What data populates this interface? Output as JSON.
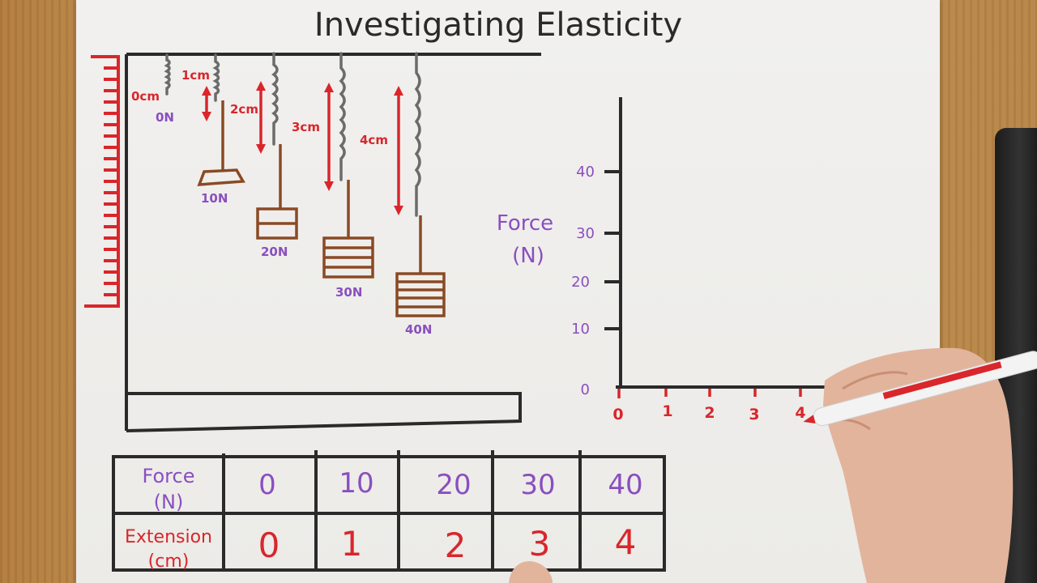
{
  "title": "Investigating Elasticity",
  "setup": {
    "extension_labels": [
      "0cm",
      "1cm",
      "2cm",
      "3cm",
      "4cm"
    ],
    "weight_labels": [
      "0N",
      "10N",
      "20N",
      "30N",
      "40N"
    ]
  },
  "graph": {
    "ylabel_line1": "Force",
    "ylabel_line2": "(N)",
    "y_ticks": [
      "0",
      "10",
      "20",
      "30",
      "40"
    ],
    "x_ticks": [
      "0",
      "1",
      "2",
      "3",
      "4"
    ]
  },
  "table": {
    "row_force": {
      "label_line1": "Force",
      "label_line2": "(N)",
      "values": [
        "0",
        "10",
        "20",
        "30",
        "40"
      ]
    },
    "row_extension": {
      "label_line1": "Extension",
      "label_line2": "(cm)",
      "values": [
        "0",
        "1",
        "2",
        "3",
        "4"
      ]
    }
  },
  "colors": {
    "red": "#d9262b",
    "purple": "#8a4fbf",
    "brown": "#8a4a24",
    "ink": "#2a2a2a",
    "spring": "#6b6b6b"
  }
}
